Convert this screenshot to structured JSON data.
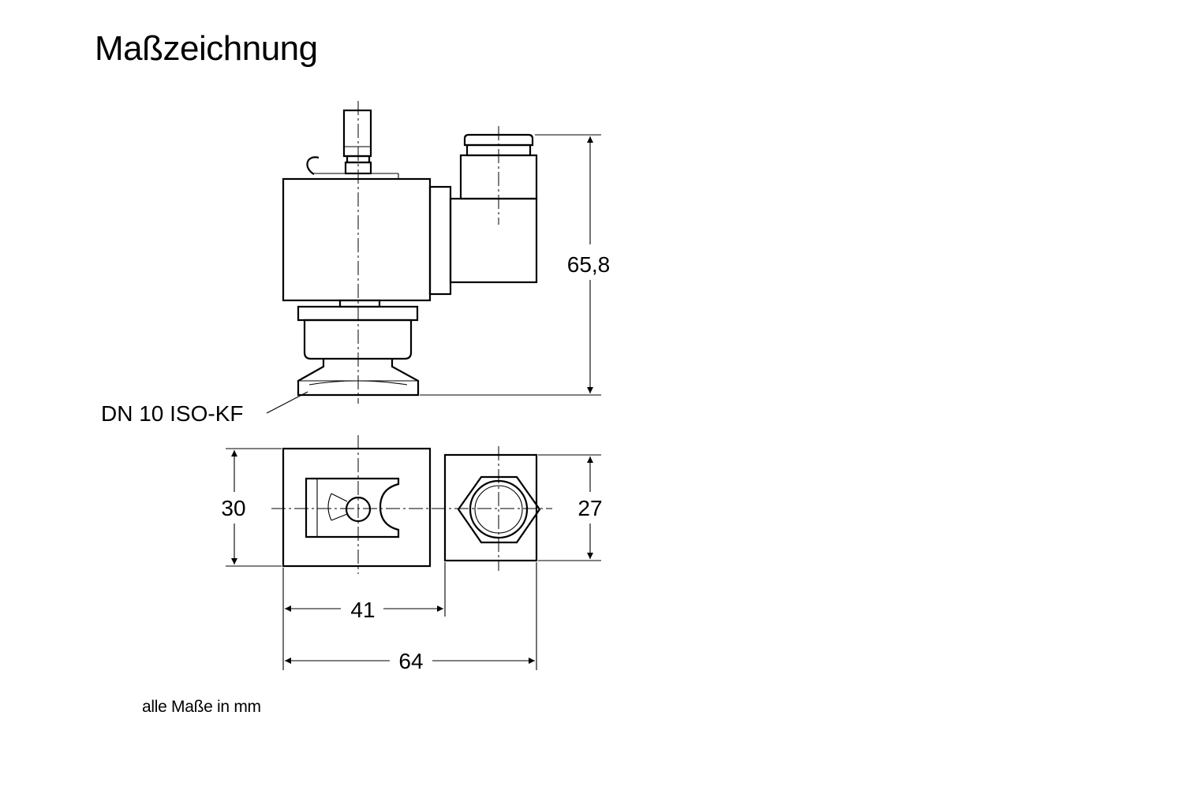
{
  "title": "Maßzeichnung",
  "footnote": "alle Maße in mm",
  "labels": {
    "connection": "DN 10 ISO-KF",
    "height": "65,8",
    "width_top": "30",
    "connector_width": "27",
    "coil_length": "41",
    "overall_length": "64"
  }
}
